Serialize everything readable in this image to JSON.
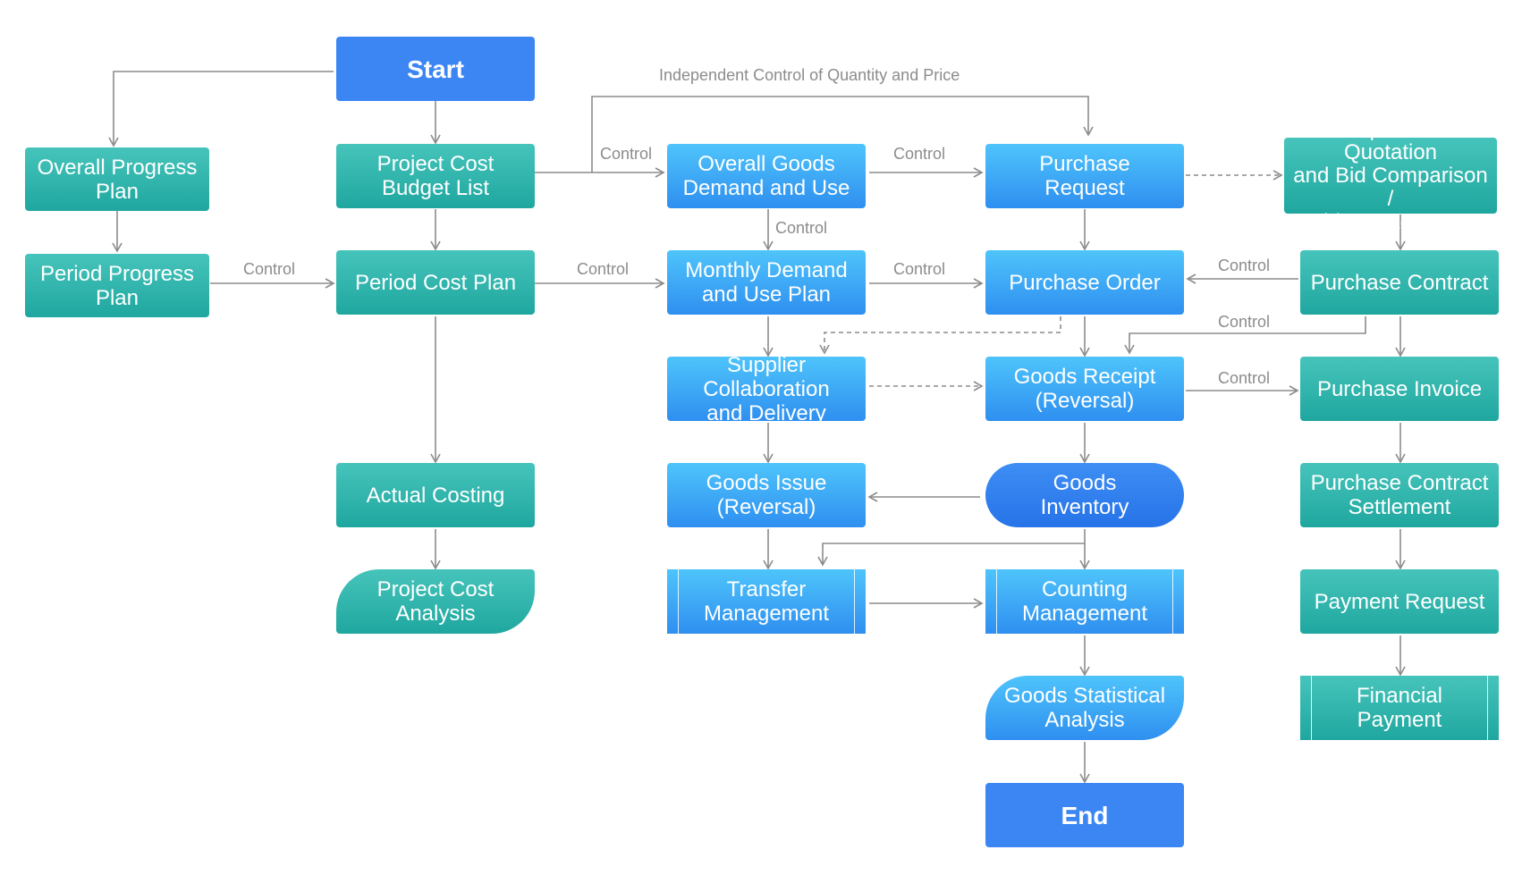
{
  "nodes": {
    "start": "Start",
    "overall_progress_plan": "Overall Progress\nPlan",
    "project_cost_budget_list": "Project Cost\nBudget List",
    "overall_goods_demand": "Overall Goods\nDemand and Use",
    "purchase_request": "Purchase\nRequest",
    "rfq_bid": "Request for Quotation\nand Bid Comparison /\nBid Management",
    "period_progress_plan": "Period Progress\nPlan",
    "period_cost_plan": "Period Cost Plan",
    "monthly_demand": "Monthly Demand\nand Use Plan",
    "purchase_order": "Purchase Order",
    "purchase_contract": "Purchase Contract",
    "supplier_collab": "Supplier Collaboration\nand Delivery",
    "goods_receipt": "Goods Receipt\n(Reversal)",
    "purchase_invoice": "Purchase Invoice",
    "actual_costing": "Actual Costing",
    "goods_issue": "Goods Issue\n(Reversal)",
    "goods_inventory": "Goods\nInventory",
    "contract_settlement": "Purchase Contract\nSettlement",
    "project_cost_analysis": "Project Cost\nAnalysis",
    "transfer_management": "Transfer\nManagement",
    "counting_management": "Counting\nManagement",
    "payment_request": "Payment Request",
    "goods_stat_analysis": "Goods Statistical\nAnalysis",
    "financial_payment": "Financial\nPayment",
    "end": "End"
  },
  "edge_labels": {
    "independent_control": "Independent Control of Quantity and Price",
    "control_budget_to_demand": "Control",
    "control_demand_to_request": "Control",
    "control_demand_to_monthly": "Control",
    "control_progress_to_cost": "Control",
    "control_cost_to_monthly": "Control",
    "control_monthly_to_order": "Control",
    "control_contract_to_order": "Control",
    "control_contract_to_receipt": "Control",
    "control_receipt_to_invoice": "Control"
  },
  "colors": {
    "teal": "#24a9a1",
    "blue": "#3a9af5",
    "dark_blue": "#3c86f4",
    "connector": "#8c8c8c"
  }
}
